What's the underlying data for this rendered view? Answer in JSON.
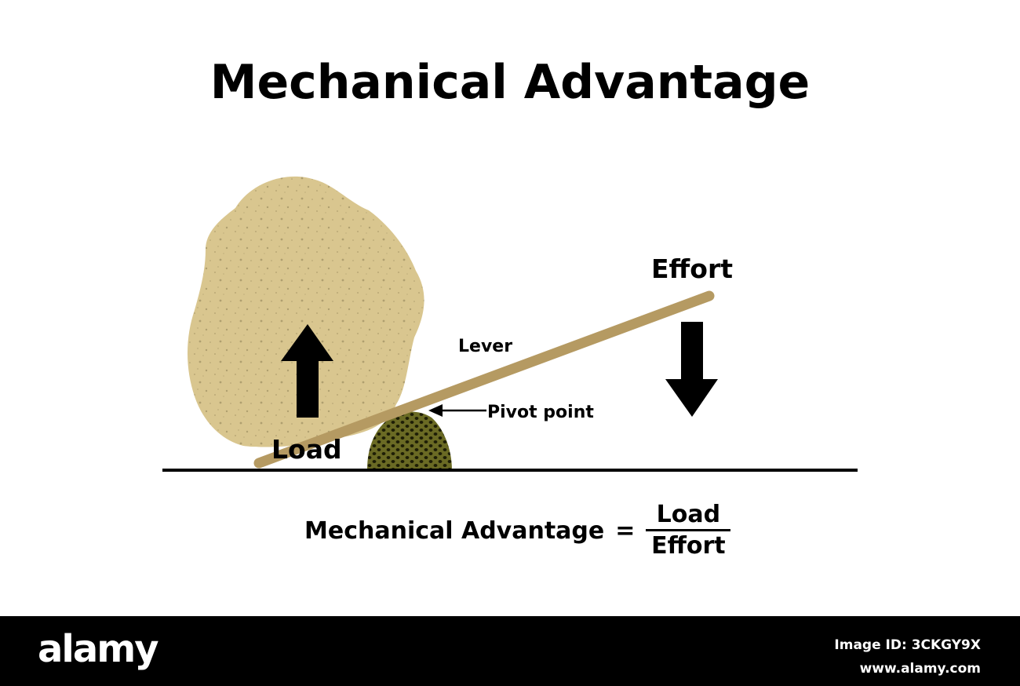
{
  "title": "Mechanical Advantage",
  "labels": {
    "effort": "Effort",
    "lever": "Lever",
    "pivot": "Pivot point",
    "load": "Load"
  },
  "formula": {
    "lhs": "Mechanical Advantage",
    "equals": "=",
    "numerator": "Load",
    "denominator": "Effort"
  },
  "footer": {
    "brand": "alamy",
    "image_id": "Image ID: 3CKGY9X",
    "site": "www.alamy.com"
  },
  "colors": {
    "rock": "#d9c68f",
    "lever": "#b59a62",
    "pivot": "#5a5a1e",
    "ground": "#000000",
    "arrows": "#000000"
  }
}
